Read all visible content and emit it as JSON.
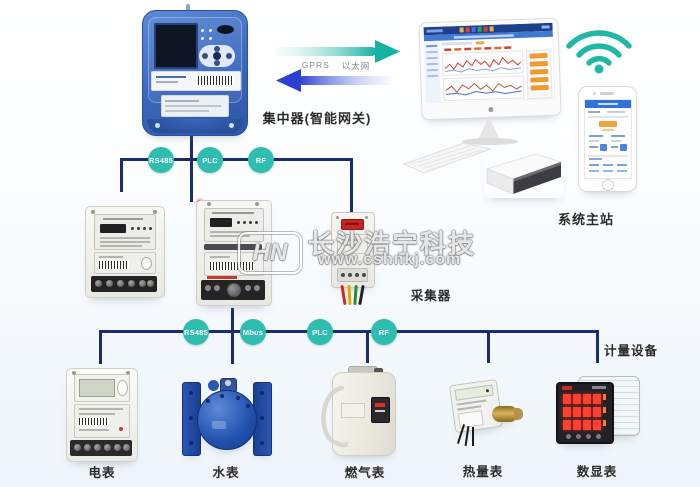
{
  "colors": {
    "teal": "#2fbdb0",
    "navy": "#1c2d6e",
    "arrow_blue": "#2b3fd0",
    "arrow_teal": "#14b2a2",
    "label_text": "#2b2b2b"
  },
  "concentrator": {
    "label": "集中器(智能网关)"
  },
  "uplink": {
    "gprs": "GPRS",
    "ethernet": "以太网"
  },
  "master_station": {
    "label": "系统主站"
  },
  "bus1": {
    "tags": [
      "RS485",
      "PLC",
      "RF"
    ]
  },
  "collector": {
    "label": "采集器"
  },
  "bus2": {
    "tags": [
      "RS485",
      "Mbus",
      "PLC",
      "RF"
    ],
    "group_label": "计量设备"
  },
  "meters": {
    "labels": [
      "电表",
      "水表",
      "燃气表",
      "热量表",
      "数显表"
    ]
  },
  "watermark": {
    "logo": "HN",
    "brand": "长沙浩宁科技",
    "url": "www.cshnkj.com"
  }
}
